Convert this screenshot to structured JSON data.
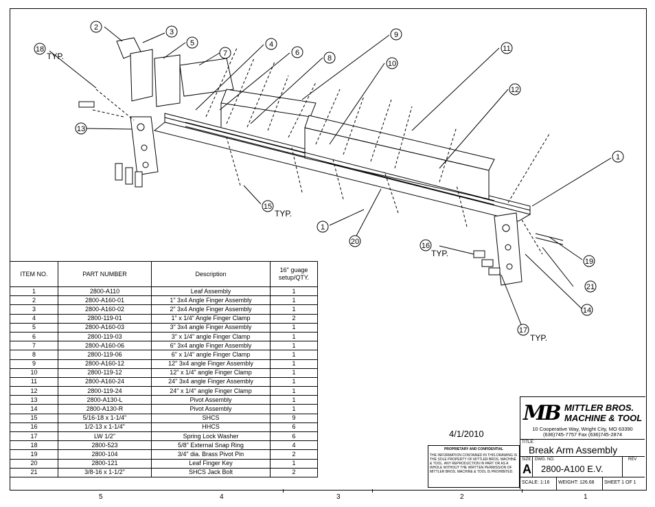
{
  "balloons": [
    "1",
    "2",
    "3",
    "4",
    "5",
    "6",
    "7",
    "8",
    "9",
    "10",
    "11",
    "12",
    "13",
    "14",
    "15",
    "16",
    "17",
    "18",
    "19",
    "20",
    "21",
    "1"
  ],
  "typ_label": "TYP.",
  "bom": {
    "headers": [
      "ITEM NO.",
      "PART NUMBER",
      "Description",
      "16\" guage setup/QTY."
    ],
    "rows": [
      [
        "1",
        "2800-A110",
        "Leaf Assembly",
        "1"
      ],
      [
        "2",
        "2800-A160-01",
        "1\" 3x4 Angle Finger Assembly",
        "1"
      ],
      [
        "3",
        "2800-A160-02",
        "2\" 3x4 Angle Finger Assembly",
        "1"
      ],
      [
        "4",
        "2800-119-01",
        "1\" x 1/4\" Angle Finger Clamp",
        "2"
      ],
      [
        "5",
        "2800-A160-03",
        "3\" 3x4 angle Finger Assembly",
        "1"
      ],
      [
        "6",
        "2800-119-03",
        "3\" x 1/4\" angle Finger Clamp",
        "1"
      ],
      [
        "7",
        "2800-A160-06",
        "6\" 3x4 angle Finger Assembly",
        "1"
      ],
      [
        "8",
        "2800-119-06",
        "6\" x 1/4\" angle Finger Clamp",
        "1"
      ],
      [
        "9",
        "2800-A160-12",
        "12\" 3x4 angle Finger Assembly",
        "1"
      ],
      [
        "10",
        "2800-119-12",
        "12\" x 1/4\" angle Finger Clamp",
        "1"
      ],
      [
        "11",
        "2800-A160-24",
        "24\" 3x4 angle Finger Assembly",
        "1"
      ],
      [
        "12",
        "2800-119-24",
        "24\" x 1/4\" angle Finger Clamp",
        "1"
      ],
      [
        "13",
        "2800-A130-L",
        "Pivot Assembly",
        "1"
      ],
      [
        "14",
        "2800-A130-R",
        "Pivot Assembly",
        "1"
      ],
      [
        "15",
        "5/16-18 x 1-1/4\"",
        "SHCS",
        "9"
      ],
      [
        "16",
        "1/2-13 x 1-1/4\"",
        "HHCS",
        "6"
      ],
      [
        "17",
        "LW 1/2\"",
        "Spring Lock Washer",
        "6"
      ],
      [
        "18",
        "2800-523",
        "5/8\" External Snap Ring",
        "4"
      ],
      [
        "19",
        "2800-104",
        "3/4\" dia. Brass Pivot Pin",
        "2"
      ],
      [
        "20",
        "2800-121",
        "Leaf Finger Key",
        "1"
      ],
      [
        "21",
        "3/8-16 x 1-1/2\"",
        "SHCS Jack Bolt",
        "2"
      ]
    ]
  },
  "date": "4/1/2010",
  "proprietary": {
    "heading": "PROPRIETARY AND CONFIDENTIAL",
    "text": "THE INFORMATION CONTAINED IN THIS DRAWING IS THE SOLE PROPERTY OF MITTLER BROS. MACHINE & TOOL. ANY REPRODUCTION IN PART OR AS A WHOLE WITHOUT THE WRITTEN PERMISSION OF MITTLER BROS. MACHINE & TOOL IS PROHIBITED."
  },
  "title_block": {
    "logo_mark": "MB",
    "company_line1": "MITTLER BROS.",
    "company_line2": "MACHINE & TOOL",
    "address_line1": "10 Cooperative Way, Wright City, MO 63390",
    "address_line2": "(636)745-7757  Fax (636)745-2874",
    "title_label": "TITLE:",
    "title": "Break Arm Assembly",
    "size_label": "SIZE",
    "size": "A",
    "dwg_label": "DWG.  NO.",
    "dwg_no": "2800-A100 E.V.",
    "rev_label": "REV",
    "scale": "SCALE: 1:16",
    "weight": "WEIGHT: 126.68",
    "sheet": "SHEET 1 OF 1"
  },
  "zones": [
    "5",
    "4",
    "3",
    "2",
    "1"
  ]
}
